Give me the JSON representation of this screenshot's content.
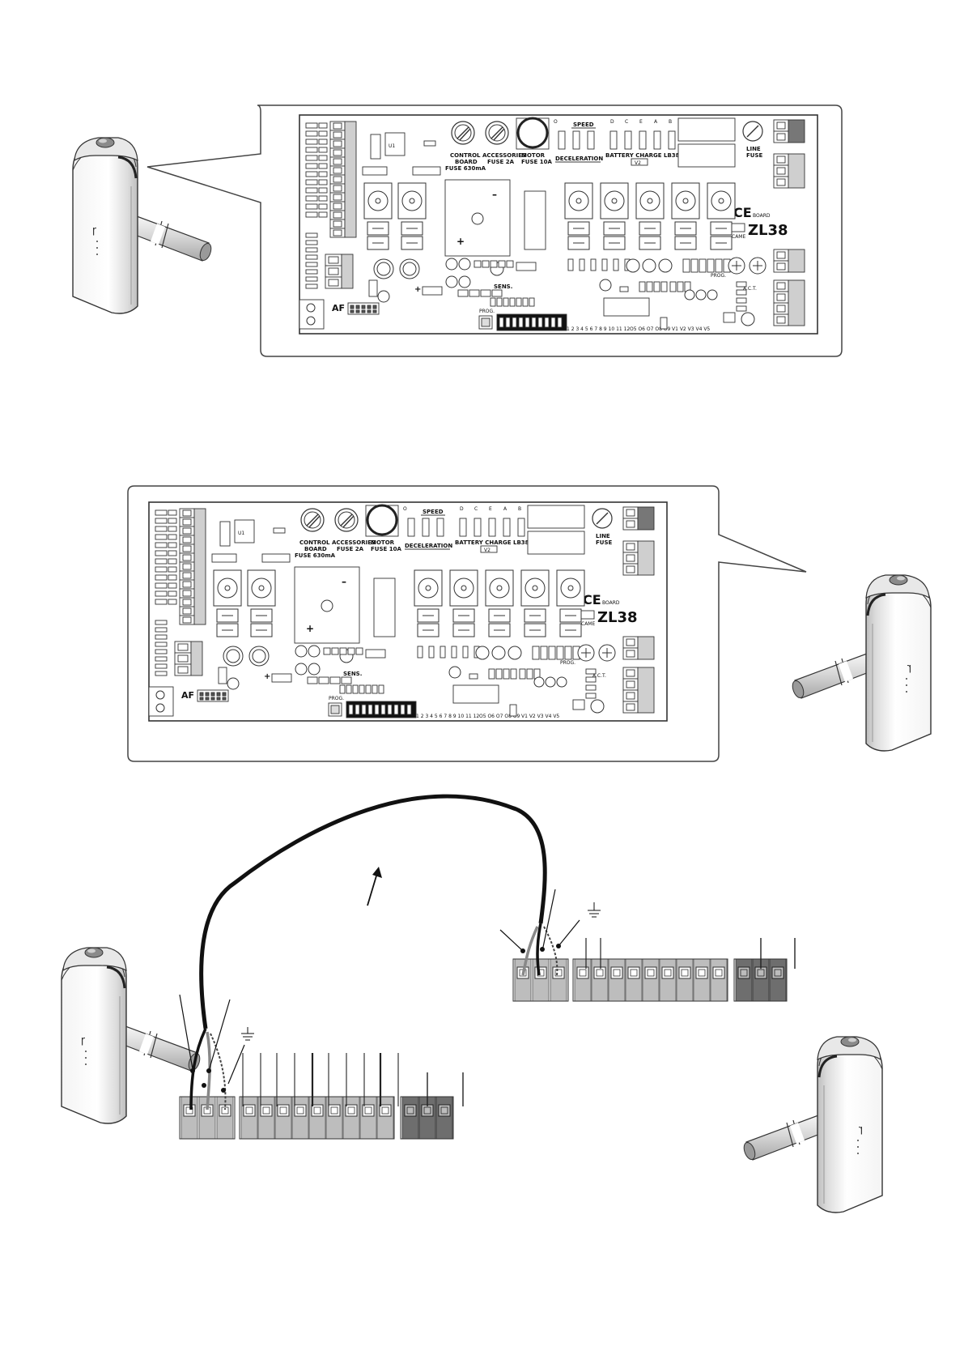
{
  "board": {
    "control_board": "CONTROL",
    "control_board2": "BOARD",
    "control_fuse": "FUSE 630mA",
    "accessories": "ACCESSORIES",
    "accessories_fuse": "FUSE 2A",
    "motor": "MOTOR",
    "motor_fuse": "FUSE 10A",
    "speed": "SPEED",
    "deceleration": "DECELERATION",
    "battery": "BATTERY CHARGE LB38",
    "v2": "V2",
    "line": "LINE",
    "line_fuse": "FUSE",
    "board_word": "BOARD",
    "model": "ZL38",
    "ce": "CE",
    "came": "CAME",
    "sens": "SENS.",
    "prog": "PROG.",
    "act": "A.C.T.",
    "af": "AF",
    "u1": "U1",
    "jumper_letters": [
      "O",
      "D",
      "C",
      "E",
      "A",
      "B"
    ],
    "dip_numbers": "1 2 3 4 5 6 7 8 9 10 11 12",
    "led_labels": "O5 O6 O7 O8 O9",
    "v_labels": "V1 V2 V3 V4 V5",
    "plus": "+",
    "minus": "–"
  }
}
